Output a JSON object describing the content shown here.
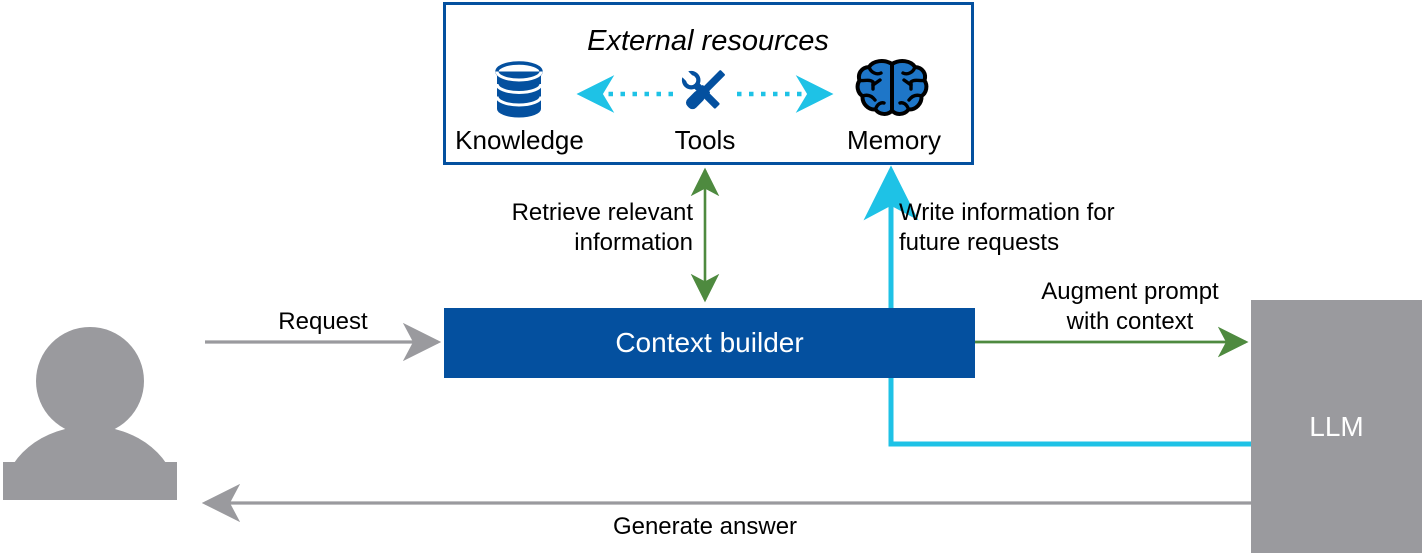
{
  "diagram": {
    "title": "Context builder architecture flow",
    "colors": {
      "dark_blue": "#04509f",
      "cyan": "#1ec2e6",
      "green": "#4e8a3f",
      "gray": "#9a9a9e",
      "black": "#000000",
      "white": "#ffffff"
    },
    "external_resources": {
      "title": "External resources",
      "border_color": "#04509f",
      "items": [
        {
          "icon": "database-icon",
          "label": "Knowledge"
        },
        {
          "icon": "tools-icon",
          "label": "Tools"
        },
        {
          "icon": "brain-icon",
          "label": "Memory"
        }
      ],
      "internal_arrows": [
        {
          "name": "tools-to-knowledge-arrow",
          "direction": "left",
          "style": "dotted",
          "color": "#1ec2e6"
        },
        {
          "name": "tools-to-memory-arrow",
          "direction": "right",
          "style": "dotted",
          "color": "#1ec2e6"
        }
      ]
    },
    "nodes": {
      "user": {
        "label": "",
        "icon": "user-avatar-icon",
        "color": "#9a9a9e"
      },
      "context_builder": {
        "label": "Context builder",
        "color": "#04509f",
        "text_color": "#ffffff"
      },
      "llm": {
        "label": "LLM",
        "color": "#9a9a9e",
        "text_color": "#ffffff"
      }
    },
    "edges": [
      {
        "name": "request-edge",
        "label": "Request",
        "color": "#9a9a9e",
        "from": "user",
        "to": "context_builder"
      },
      {
        "name": "retrieve-edge",
        "label": "Retrieve relevant\ninformation",
        "color": "#4e8a3f",
        "from": "context_builder",
        "to": "knowledge",
        "bidirectional": true
      },
      {
        "name": "write-edge",
        "label": "Write information for\nfuture requests",
        "color": "#1ec2e6",
        "from": "llm",
        "to": "memory"
      },
      {
        "name": "augment-edge",
        "label": "Augment prompt\nwith context",
        "color": "#4e8a3f",
        "from": "context_builder",
        "to": "llm"
      },
      {
        "name": "generate-edge",
        "label": "Generate answer",
        "color": "#9a9a9e",
        "from": "llm",
        "to": "user"
      }
    ],
    "labels": {
      "external_resources_title": "External resources",
      "knowledge": "Knowledge",
      "tools": "Tools",
      "memory": "Memory",
      "context_builder": "Context builder",
      "llm": "LLM",
      "request": "Request",
      "retrieve_line1": "Retrieve relevant",
      "retrieve_line2": "information",
      "write_line1": "Write information for",
      "write_line2": "future requests",
      "augment_line1": "Augment prompt",
      "augment_line2": "with context",
      "generate": "Generate answer"
    }
  }
}
